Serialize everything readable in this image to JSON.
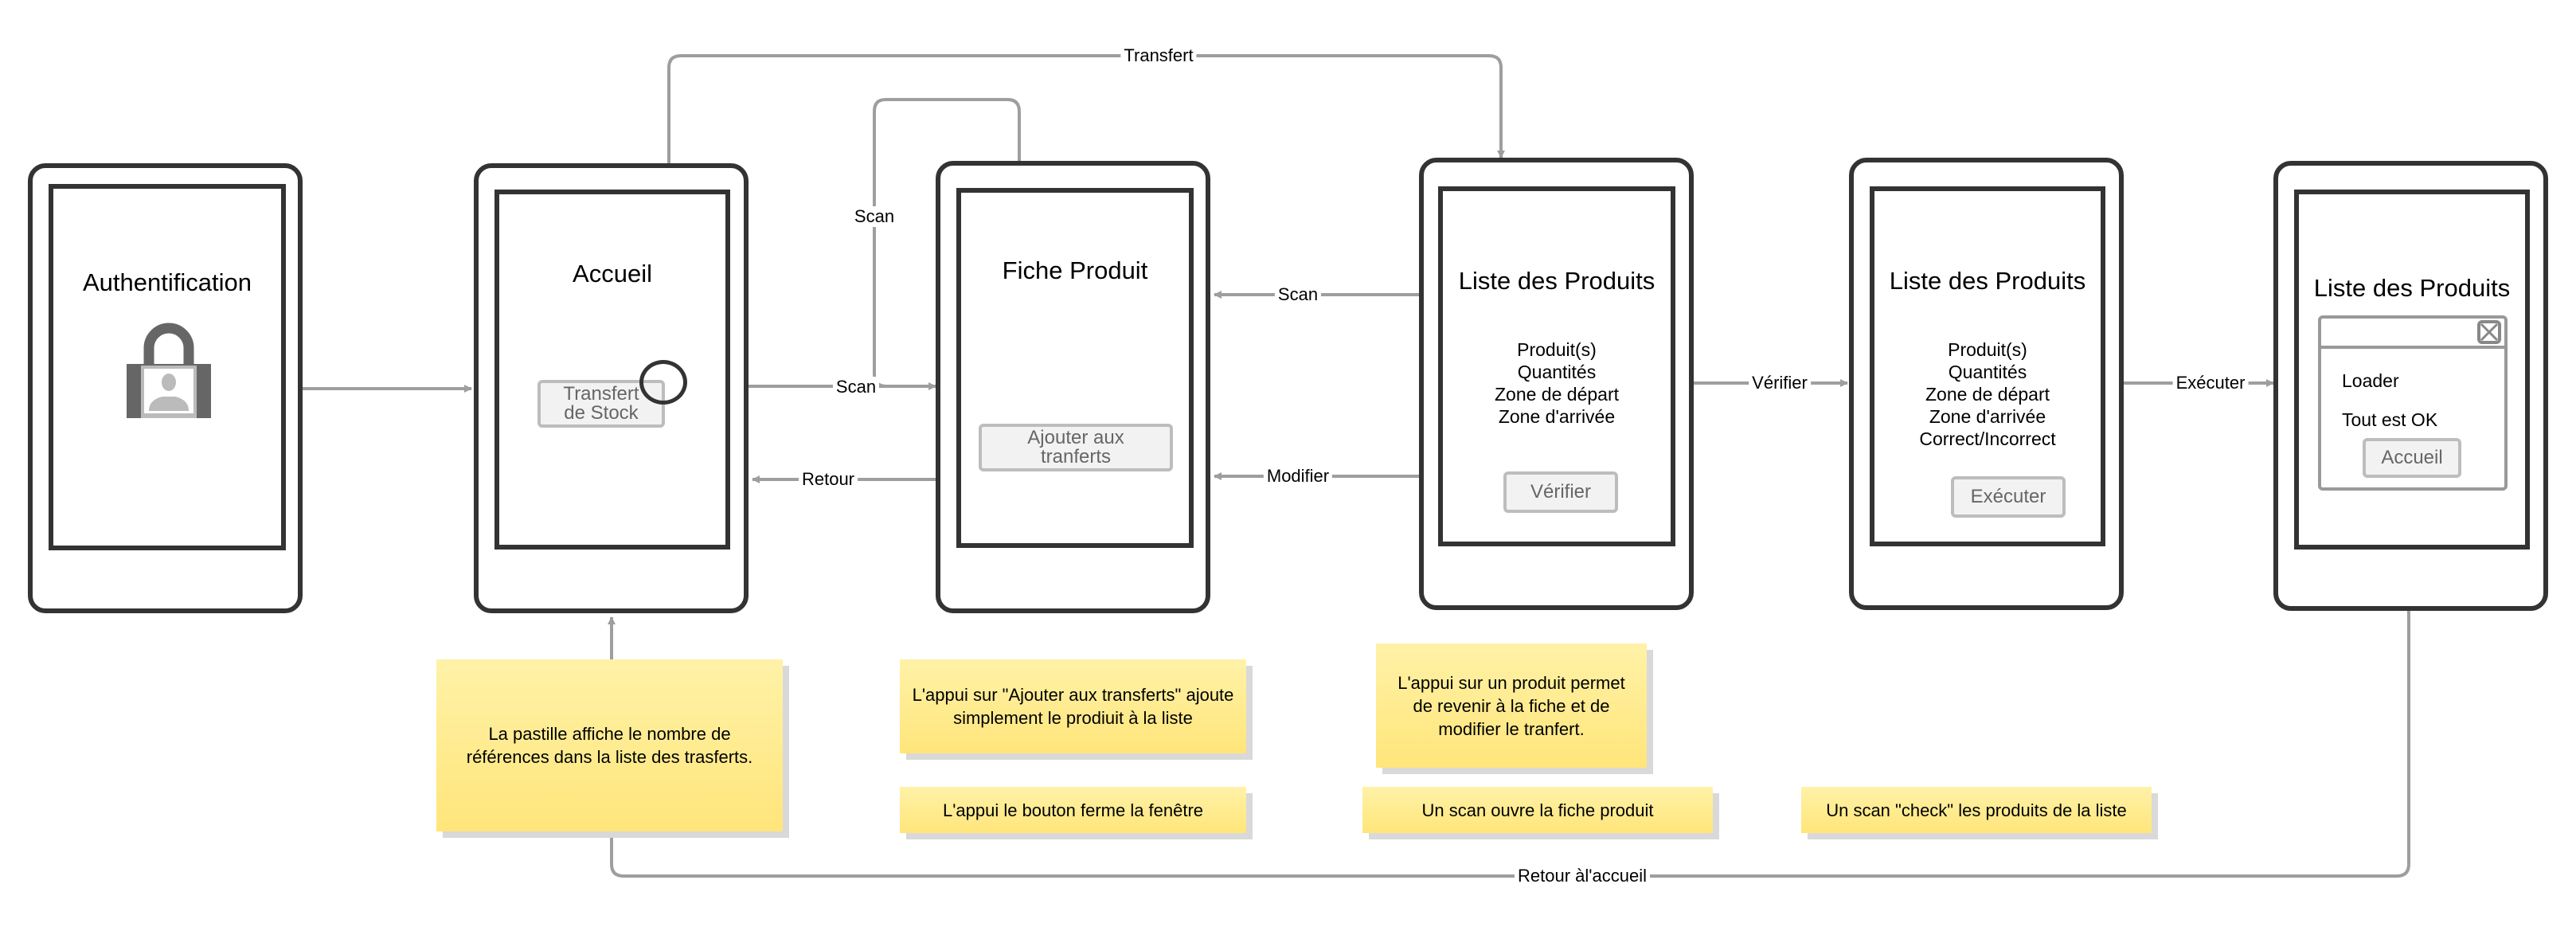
{
  "screens": {
    "auth": {
      "title": "Authentification",
      "icon": "lock-user-icon"
    },
    "home": {
      "title": "Accueil",
      "button": "Transfert\nde Stock",
      "badge_icon": "badge-circle"
    },
    "product": {
      "title": "Fiche Produit",
      "button": "Ajouter aux\ntranferts"
    },
    "list": {
      "title": "Liste des Produits",
      "fields": [
        "Produit(s)",
        "Quantités",
        "Zone de départ",
        "Zone d'arrivée"
      ],
      "button": "Vérifier"
    },
    "verify": {
      "title": "Liste des Produits",
      "fields": [
        "Produit(s)",
        "Quantités",
        "Zone de départ",
        "Zone d'arrivée",
        "Correct/Incorrect"
      ],
      "button": "Exécuter"
    },
    "execute": {
      "title": "Liste des Produits",
      "dialog": {
        "line1": "Loader",
        "line2": "Tout est OK",
        "button": "Accueil",
        "close_icon": "close-box-icon"
      }
    }
  },
  "edges": {
    "transfert": "Transfert",
    "scan_loop": "Scan",
    "scan_home_product": "Scan",
    "retour": "Retour",
    "scan_list_product": "Scan",
    "modifier": "Modifier",
    "verifier": "Vérifier",
    "executer": "Exécuter",
    "retour_accueil": "Retour àl'accueil"
  },
  "notes": {
    "badge": "La pastille affiche le nombre de références dans la liste des trasferts.",
    "add": "L'appui sur \"Ajouter aux transferts\" ajoute simplement le prodiuit à la liste",
    "close": "L'appui le bouton ferme la fenêtre",
    "press_product": "L'appui sur un produit permet de revenir à la fiche et de modifier le tranfert.",
    "scan_opens": "Un scan ouvre la fiche produit",
    "scan_check": "Un scan \"check\" les produits de la liste"
  },
  "colors": {
    "edge": "#9e9e9e",
    "frame": "#333333",
    "note_top": "#fff2a8",
    "note_bottom": "#ffe57a"
  }
}
